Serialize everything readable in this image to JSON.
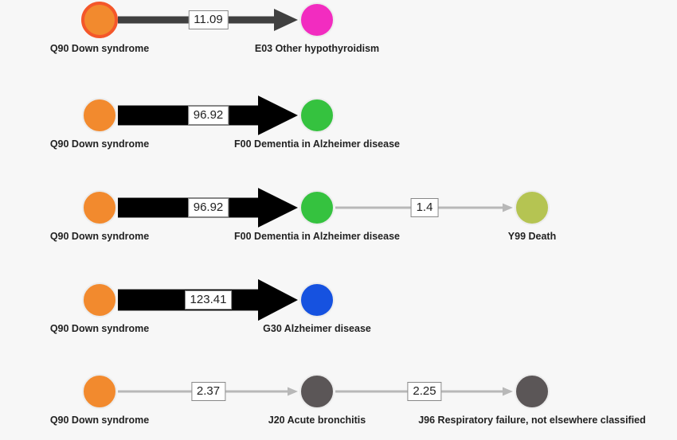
{
  "title": "Disease trajectories from Q90 Down syndrome",
  "colors": {
    "background": "#f7f7f7",
    "heavy_edge": "#000000",
    "medium_edge": "#404040",
    "light_edge": "#b8b8b8",
    "source_node": "#f28a2e",
    "source_node_highlight_stroke": "#f4572a"
  },
  "paths": [
    {
      "nodes": [
        {
          "code": "Q90",
          "label": "Q90 Down syndrome",
          "color": "#f28a2e",
          "highlighted": true
        },
        {
          "code": "E03",
          "label": "E03 Other hypothyroidism",
          "color": "#f22cc0"
        }
      ],
      "edges": [
        {
          "value": "11.09",
          "weight": 11.09,
          "style": "medium"
        }
      ]
    },
    {
      "nodes": [
        {
          "code": "Q90",
          "label": "Q90 Down syndrome",
          "color": "#f28a2e"
        },
        {
          "code": "F00",
          "label": "F00 Dementia in Alzheimer disease",
          "color": "#35c23f"
        }
      ],
      "edges": [
        {
          "value": "96.92",
          "weight": 96.92,
          "style": "heavy"
        }
      ]
    },
    {
      "nodes": [
        {
          "code": "Q90",
          "label": "Q90 Down syndrome",
          "color": "#f28a2e"
        },
        {
          "code": "F00",
          "label": "F00 Dementia in Alzheimer disease",
          "color": "#35c23f"
        },
        {
          "code": "Y99",
          "label": "Y99 Death",
          "color": "#b5c452"
        }
      ],
      "edges": [
        {
          "value": "96.92",
          "weight": 96.92,
          "style": "heavy"
        },
        {
          "value": "1.4",
          "weight": 1.4,
          "style": "light"
        }
      ]
    },
    {
      "nodes": [
        {
          "code": "Q90",
          "label": "Q90 Down syndrome",
          "color": "#f28a2e"
        },
        {
          "code": "G30",
          "label": "G30 Alzheimer disease",
          "color": "#1652e0"
        }
      ],
      "edges": [
        {
          "value": "123.41",
          "weight": 123.41,
          "style": "heavy"
        }
      ]
    },
    {
      "nodes": [
        {
          "code": "Q90",
          "label": "Q90 Down syndrome",
          "color": "#f28a2e"
        },
        {
          "code": "J20",
          "label": "J20 Acute bronchitis",
          "color": "#5b5657"
        },
        {
          "code": "J96",
          "label": "J96 Respiratory failure, not elsewhere classified",
          "color": "#5b5657"
        }
      ],
      "edges": [
        {
          "value": "2.37",
          "weight": 2.37,
          "style": "light"
        },
        {
          "value": "2.25",
          "weight": 2.25,
          "style": "light"
        }
      ]
    }
  ]
}
